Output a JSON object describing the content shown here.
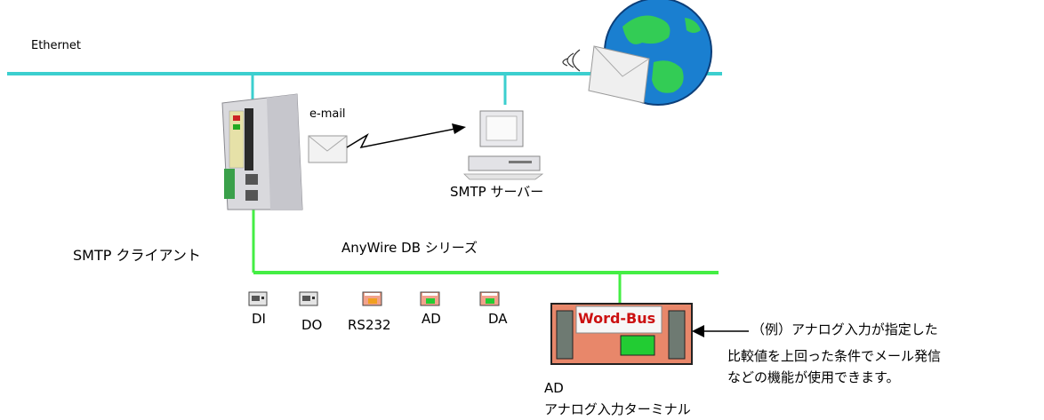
{
  "network": {
    "ethernet_label": "Ethernet",
    "email_label": "e-mail",
    "smtp_server_label": "SMTP サーバー",
    "smtp_client_label": "SMTP クライアント",
    "bus_label": "AnyWire DB シリーズ"
  },
  "modules": [
    {
      "label": "DI",
      "icon": "digital-input-module-icon"
    },
    {
      "label": "DO",
      "icon": "digital-output-module-icon"
    },
    {
      "label": "RS232",
      "icon": "rs232-module-icon"
    },
    {
      "label": "AD",
      "icon": "analog-input-module-icon"
    },
    {
      "label": "DA",
      "icon": "analog-output-module-icon"
    }
  ],
  "terminal": {
    "brand_text": "Word-Bus",
    "name_line1": "AD",
    "name_line2": "アナログ入力ターミナル"
  },
  "note": {
    "line1": "（例）アナログ入力が指定した",
    "line2": "比較値を上回った条件でメール発信",
    "line3": "などの機能が使用できます。"
  },
  "colors": {
    "ethernet_line": "#3ccfcf",
    "bus_line": "#44ee44",
    "terminal_body": "#e8876a",
    "terminal_brand": "#cc1111",
    "globe_ocean": "#1a7fd0",
    "globe_land": "#33cc55"
  }
}
